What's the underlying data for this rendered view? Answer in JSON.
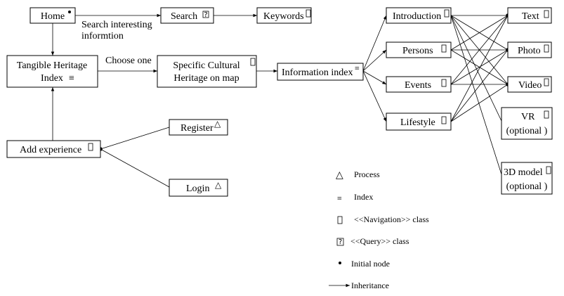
{
  "nodes": {
    "home": "Home",
    "search": "Search",
    "keywords": "Keywords",
    "tangible_line1": "Tangible Heritage",
    "tangible_line2": "Index",
    "specific_line1": "Specific Cultural",
    "specific_line2": "Heritage on map",
    "information": "Information index",
    "add_experience": "Add experience",
    "register": "Register",
    "login": "Login",
    "introduction": "Introduction",
    "persons": "Persons",
    "events": "Events",
    "lifestyle": "Lifestyle",
    "text": "Text",
    "photo": "Photo",
    "video": "Video",
    "vr_line1": "VR",
    "vr_line2": "(optional )",
    "model_line1": "3D model",
    "model_line2": "(optional )"
  },
  "edge_labels": {
    "search_line1": "Search interesting",
    "search_line2": "informtion",
    "choose": "Choose one"
  },
  "legend": {
    "process": "Process",
    "index": "Index",
    "navigation": "<<Navigation>> class",
    "query": "<<Query>> class",
    "initial": "Initial node",
    "inheritance": "Inheritance"
  },
  "symbols": {
    "triangle": "△",
    "index": "≡",
    "query": "?"
  }
}
